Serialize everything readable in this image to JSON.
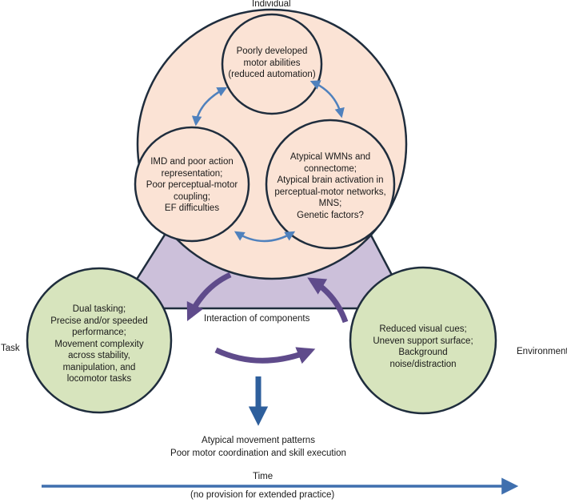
{
  "labels": {
    "individual": "Individual",
    "task": "Task",
    "environment": "Environment",
    "interaction": "Interaction of components",
    "time": "Time",
    "time_note": "(no provision for extended practice)"
  },
  "outcome": [
    "Atypical movement patterns",
    "Poor motor coordination and skill execution"
  ],
  "individual_circles": {
    "motor": [
      "Poorly developed",
      "motor abilities",
      "(reduced automation)"
    ],
    "imd": [
      "IMD and poor action",
      "representation;",
      "Poor perceptual-motor",
      "coupling;",
      "EF difficulties"
    ],
    "brain": [
      "Atypical WMNs and",
      "connectome;",
      "Atypical brain activation in",
      "perceptual-motor networks,",
      "MNS;",
      "Genetic factors?"
    ]
  },
  "task_circle": [
    "Dual tasking;",
    "Precise and/or speeded",
    "performance;",
    "Movement complexity",
    "across stability,",
    "manipulation, and",
    "locomotor tasks"
  ],
  "environment_circle": [
    "Reduced visual cues;",
    "Uneven support surface;",
    "Background",
    "noise/distraction"
  ],
  "colors": {
    "individual_fill": "#fbe3d5",
    "outer_fill": "#d7e4bd",
    "hub_fill": "#ccc0da",
    "outline": "#1f2d3d",
    "blue_arrow": "#4f81bd",
    "purple_arrow": "#5f4b8b",
    "down_arrow": "#2e5f9c",
    "time_arrow": "#3f6fae"
  }
}
